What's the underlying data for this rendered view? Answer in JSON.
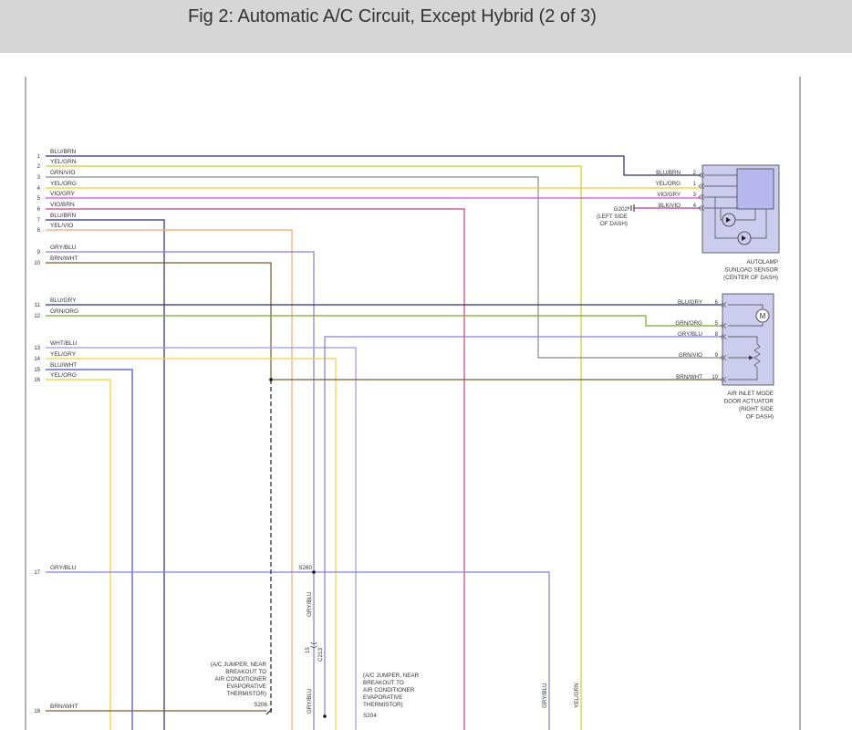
{
  "title": "Fig 2: Automatic A/C Circuit, Except Hybrid (2 of 3)",
  "colors": {
    "BLU/BRN": "#2a2a7a",
    "YEL/GRN": "#c8d21e",
    "GRN/VIO": "#8a8a8a",
    "YEL/ORG": "#f2cf1e",
    "VIO/GRY": "#d44fd4",
    "VIO/BRN": "#c2447e",
    "YEL/VIO": "#f4a86a",
    "GRY/BLU": "#8080e6",
    "BRN/WHT": "#7a5a2a",
    "BLU/GRY": "#2a2a9a",
    "GRN/ORG": "#7aa82a",
    "WHT/BLU": "#9a9ae6",
    "YEL/GRY": "#f2d23a",
    "BLU/WHT": "#4a4ad2",
    "BLK/VIO": "#b03aa8",
    "dark": "#444444"
  },
  "pins": [
    {
      "num": "1",
      "wire": "BLU/BRN"
    },
    {
      "num": "2",
      "wire": "YEL/GRN"
    },
    {
      "num": "3",
      "wire": "GRN/VIO"
    },
    {
      "num": "4",
      "wire": "YEL/ORG"
    },
    {
      "num": "5",
      "wire": "VIO/GRY"
    },
    {
      "num": "6",
      "wire": "VIO/BRN"
    },
    {
      "num": "7",
      "wire": "BLU/BRN"
    },
    {
      "num": "8",
      "wire": "YEL/VIO"
    },
    {
      "num": "9",
      "wire": "GRY/BLU"
    },
    {
      "num": "10",
      "wire": "BRN/WHT"
    },
    {
      "num": "11",
      "wire": "BLU/GRY"
    },
    {
      "num": "12",
      "wire": "GRN/ORG"
    },
    {
      "num": "13",
      "wire": "WHT/BLU"
    },
    {
      "num": "14",
      "wire": "YEL/GRY"
    },
    {
      "num": "15",
      "wire": "BLU/WHT"
    },
    {
      "num": "16",
      "wire": "YEL/ORG"
    },
    {
      "num": "17",
      "wire": "GRY/BLU"
    },
    {
      "num": "18",
      "wire": "BRN/WHT"
    }
  ],
  "autolamp": {
    "pins": [
      {
        "num": "2",
        "wire": "BLU/BRN"
      },
      {
        "num": "1",
        "wire": "YEL/ORG"
      },
      {
        "num": "3",
        "wire": "VIO/GRY"
      },
      {
        "num": "4",
        "wire": "BLK/VIO"
      }
    ],
    "label": [
      "AUTOLAMP",
      "SUNLOAD SENSOR",
      "(CENTER OF DASH)"
    ]
  },
  "ground": {
    "id": "G202",
    "label": [
      "(LEFT SIDE",
      "OF DASH)"
    ]
  },
  "actuator": {
    "pins": [
      {
        "num": "6",
        "wire": "BLU/GRY"
      },
      {
        "num": "5",
        "wire": "GRN/ORG"
      },
      {
        "num": "8",
        "wire": "GRY/BLU"
      },
      {
        "num": "9",
        "wire": "GRN/VIO"
      },
      {
        "num": "10",
        "wire": "BRN/WHT"
      }
    ],
    "motor_symbol": "M",
    "label": [
      "AIR INLET MODE",
      "DOOR ACTUATOR",
      "(RIGHT SIDE",
      "OF DASH)"
    ]
  },
  "splices": {
    "s260": "S260",
    "s206": "S206",
    "s204": "S204"
  },
  "connector_c213": {
    "id": "C213",
    "pin": "15"
  },
  "vertical_labels": {
    "gry_blu_a": "GRY/BLU",
    "gry_blu_b": "GRY/BLU",
    "gry_blu_c": "GRY/BLU",
    "yel_grn": "YEL/GRN"
  },
  "notes": {
    "jumper_left": [
      "(A/C JUMPER, NEAR",
      "BREAKOUT TO",
      "AIR CONDITIONER",
      "EVAPORATIVE",
      "THERMISTOR)"
    ],
    "jumper_right": [
      "(A/C JUMPER, NEAR",
      "BREAKOUT TO",
      "AIR CONDITIONER",
      "EVAPORATIVE",
      "THERMISTOR)"
    ]
  }
}
